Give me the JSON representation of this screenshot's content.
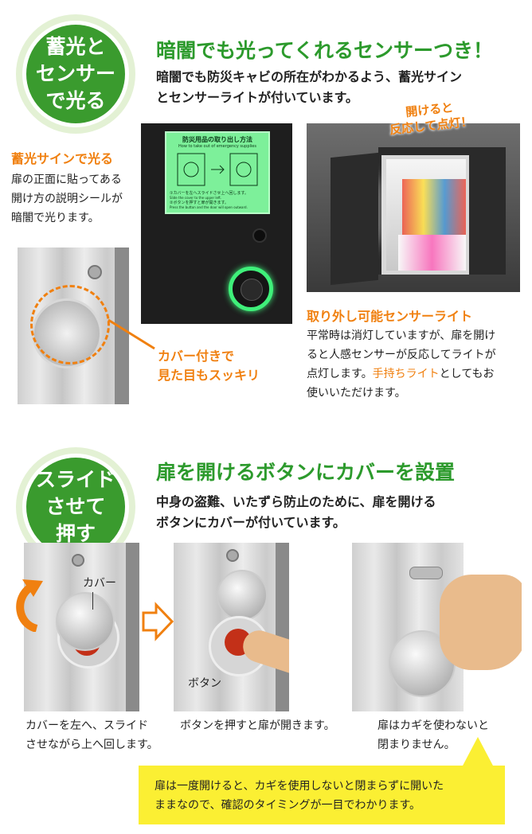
{
  "section1": {
    "badge_lines": [
      "蓄光と",
      "センサー",
      "で光る"
    ],
    "heading": "暗闇でも光ってくれるセンサーつき！",
    "lead": [
      "暗闇でも防災キャビの所在がわかるよう、蓄光サイン",
      "とセンサーライトが付いています。"
    ],
    "sign": {
      "title": "蓄光サインで光る",
      "text": [
        "扉の正面に貼ってある",
        "開け方の説明シールが",
        "暗闇で光ります。"
      ]
    },
    "sticker": {
      "title": "防災用品の取り出し方法",
      "subtitle": "How to take out of emergency supplies",
      "step1": "①カバーを左へスライドさせ上へ回します。",
      "step1_en": "Slide the cover to the upper left.",
      "step2": "②ボタンを押すと扉が開きます。",
      "step2_en": "Press the button and the door will open outward."
    },
    "callout_open": [
      "開けると",
      "反応して点灯！"
    ],
    "cover_callout": [
      "カバー付きで",
      "見た目もスッキリ"
    ],
    "sensor": {
      "title": "取り外し可能センサーライト",
      "text_a": [
        "平常時は消灯していますが、扉を開け",
        "ると人感センサーが反応してライトが",
        "点灯します。"
      ],
      "text_highlight": "手持ちライト",
      "text_b": "としてもお",
      "text_c": "使いいただけます。"
    }
  },
  "section2": {
    "badge_lines": [
      "スライド",
      "させて",
      "押す"
    ],
    "heading": "扉を開けるボタンにカバーを設置",
    "lead": [
      "中身の盗難、いたずら防止のために、扉を開ける",
      "ボタンにカバーが付いています。"
    ],
    "label_cover": "カバー",
    "label_button": "ボタン",
    "captions": [
      [
        "カバーを左へ、スライド",
        "させながら上へ回します。"
      ],
      [
        "ボタンを押すと扉が開きます。"
      ],
      [
        "扉はカギを使わないと",
        "閉まりません。"
      ]
    ],
    "note": [
      "扉は一度開けると、カギを使用しないと閉まらずに開いた",
      "ままなので、確認のタイミングが一目でわかります。"
    ]
  },
  "colors": {
    "green": "#3a9b2e",
    "orange": "#f08010",
    "yellow": "#fbef33"
  }
}
